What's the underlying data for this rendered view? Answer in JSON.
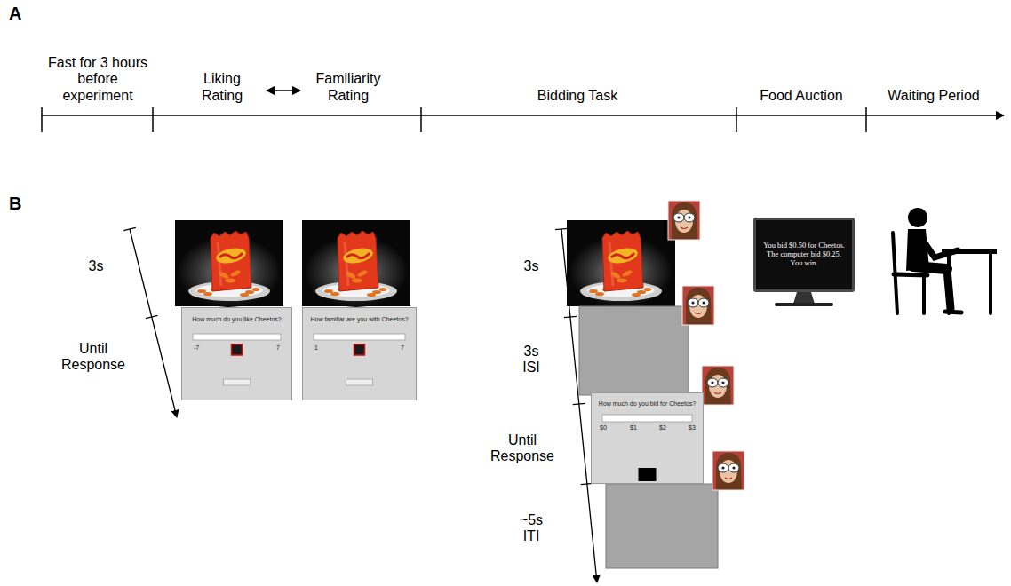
{
  "diagram": {
    "nodes": [
      {
        "text": [
          "How much do you like Cheetos?",
          "-7",
          "7"
        ]
      },
      {
        "text": [
          "How familiar are you with Cheetos?",
          "1",
          "7"
        ]
      },
      {
        "text": [
          "How much do you bid for Cheetos?",
          "$0",
          "$1",
          "$2",
          "$3"
        ]
      },
      {
        "text": [
          "You bid $0.50 for Cheetos. The computer bid $0.25. You win."
        ]
      }
    ],
    "labels": [
      "A",
      "Fast for 3 hours before experiment",
      "Liking Rating",
      "Familiarity Rating",
      "Bidding Task",
      "Food Auction",
      "Waiting Period",
      "B",
      "3s",
      "Until Response",
      "3s",
      "3s ISI",
      "Until Response",
      "~5s ITI"
    ]
  }
}
